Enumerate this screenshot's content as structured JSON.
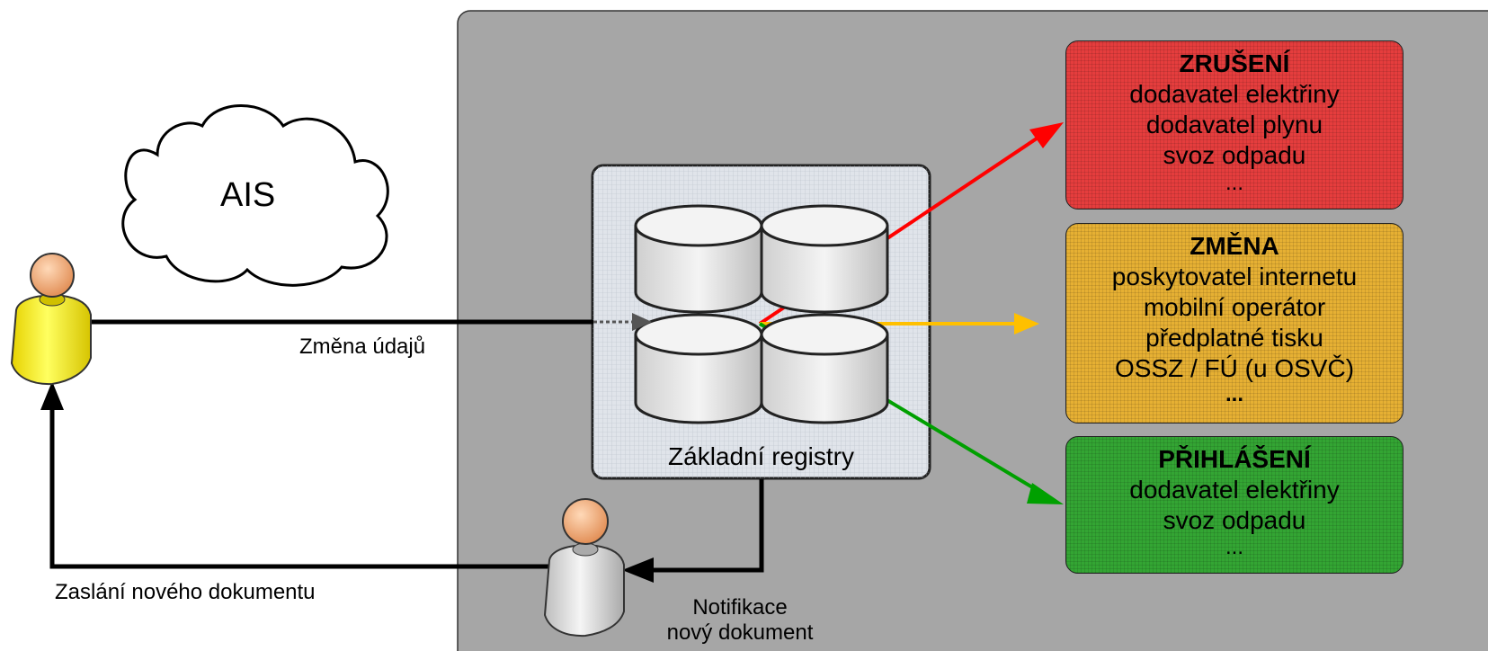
{
  "cloud": {
    "label": "AIS"
  },
  "registry": {
    "label": "Základní registry"
  },
  "edges": {
    "zmena_udaju": "Změna údajů",
    "zaslani": "Zaslání nového dokumentu",
    "notifikace_1": "Notifikace",
    "notifikace_2": "nový dokument"
  },
  "boxes": [
    {
      "key": "zruseni",
      "title": "ZRUŠENÍ",
      "color": "#e53d3d",
      "lines": [
        "dodavatel elektřiny",
        "dodavatel plynu",
        "svoz odpadu",
        "..."
      ]
    },
    {
      "key": "zmena",
      "title": "ZMĚNA",
      "color": "#e6b033",
      "lines": [
        "poskytovatel internetu",
        "mobilní operátor",
        "předplatné tisku",
        "OSSZ / FÚ (u OSVČ)",
        "..."
      ]
    },
    {
      "key": "prihlaseni",
      "title": "PŘIHLÁŠENÍ",
      "color": "#33a533",
      "lines": [
        "dodavatel elektřiny",
        "svoz odpadu",
        "..."
      ]
    }
  ],
  "colors": {
    "panel": "#a6a6a6",
    "arrow_red": "#ff0000",
    "arrow_yellow": "#ffc000",
    "arrow_green": "#00a000",
    "citizen": "#ffee00",
    "official": "#d8d8d8"
  }
}
